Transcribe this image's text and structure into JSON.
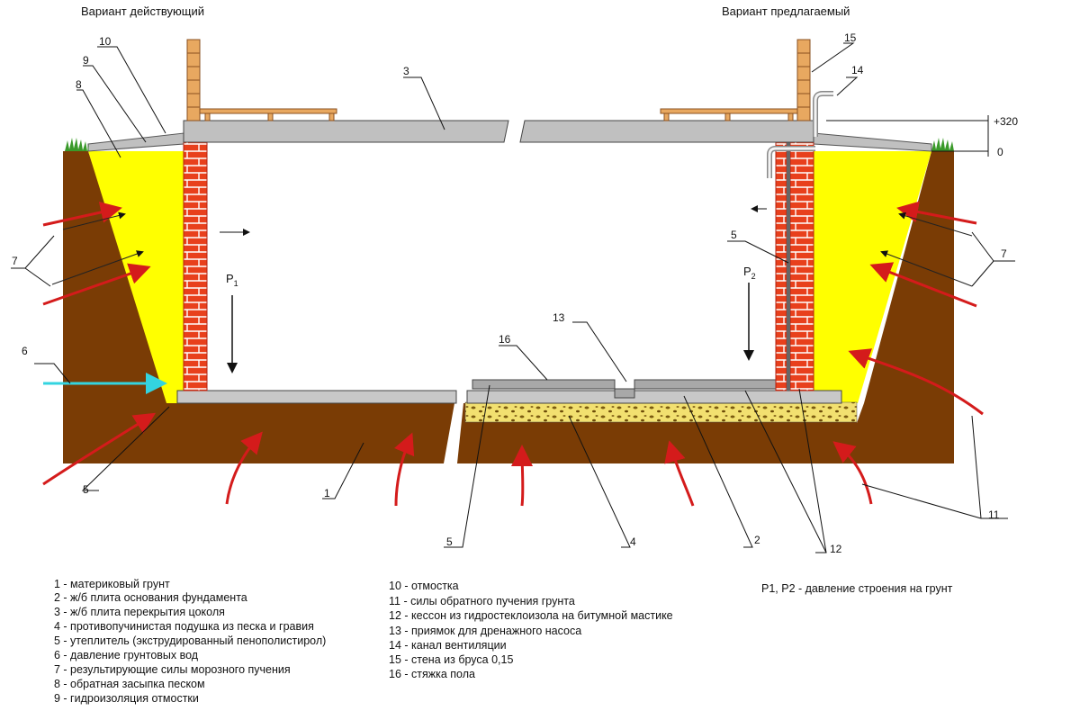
{
  "headers": {
    "left": "Вариант действующий",
    "right": "Вариант предлагаемый"
  },
  "levels": {
    "top": "+320",
    "zero": "0"
  },
  "pressure": {
    "p1_letter": "P",
    "p1_sub": "1",
    "p2_letter": "P",
    "p2_sub": "2"
  },
  "callouts": {
    "n1": "1",
    "n2": "2",
    "n3": "3",
    "n4": "4",
    "n5a": "5",
    "n5b": "5",
    "n5c": "5",
    "n6": "6",
    "n7a": "7",
    "n7b": "7",
    "n8": "8",
    "n9": "9",
    "n10": "10",
    "n11": "11",
    "n12": "12",
    "n13": "13",
    "n14": "14",
    "n15": "15",
    "n16": "16"
  },
  "legend_left": [
    "1 - материковый грунт",
    "2 - ж/б плита основания фундамента",
    "3 - ж/б плита перекрытия цоколя",
    "4 - противопучинистая подушка из песка и гравия",
    "5 - утеплитель (экструдированный пенополистирол)",
    "6 - давление грунтовых вод",
    "7 - результирующие силы морозного пучения",
    "8 - обратная засыпка песком",
    "9 - гидроизоляция отмостки"
  ],
  "legend_right": [
    "10 - отмостка",
    "11 - силы обратного пучения грунта",
    "12 - кессон из гидростеклоизола на битумной мастике",
    "13 - приямок для дренажного насоса",
    "14 - канал вентиляции",
    "15 - стена из бруса 0,15",
    "16 - стяжка пола"
  ],
  "legend_note": "P1, P2 - давление строения на грунт",
  "colors": {
    "soil": "#7a3c05",
    "sand_backfill": "#ffff00",
    "brick": "#e8401c",
    "timber": "#e8a860",
    "slab": "#c0c0c0",
    "frost_arrow": "#d41b1b",
    "water_arrow": "#33d4e0",
    "gravel": "#e8d060"
  }
}
